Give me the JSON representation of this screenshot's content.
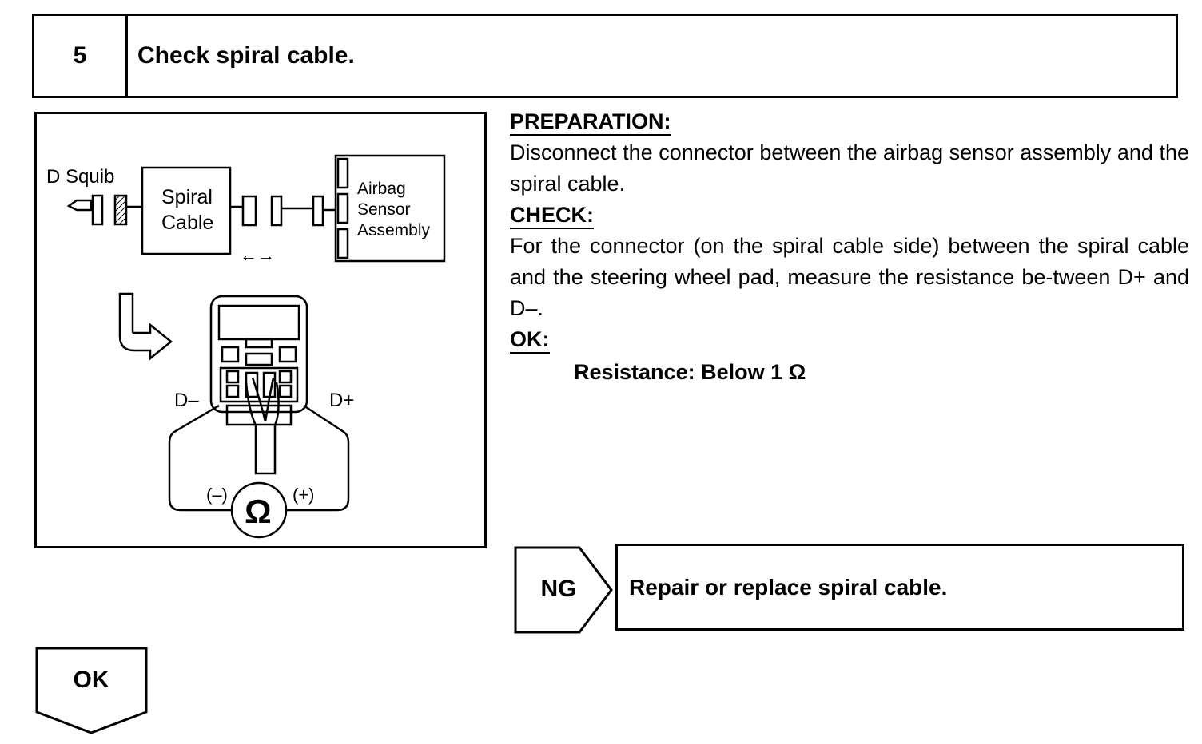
{
  "step": {
    "number": "5",
    "title": "Check spiral cable."
  },
  "diagram": {
    "labels": {
      "d_squib": "D Squib",
      "spiral_line1": "Spiral",
      "spiral_line2": "Cable",
      "airbag_line1": "Airbag",
      "airbag_line2": "Sensor",
      "airbag_line3": "Assembly",
      "arrows": "←→",
      "d_minus": "D–",
      "d_plus": "D+",
      "probe_minus": "(–)",
      "probe_plus": "(+)",
      "ohm_symbol": "Ω"
    }
  },
  "instructions": {
    "preparation_heading": "PREPARATION:",
    "preparation_text": "Disconnect the connector between the airbag sensor assembly and the spiral cable.",
    "check_heading": "CHECK:",
    "check_text": "For the connector (on the spiral cable side) between the spiral cable and the steering wheel pad, measure the resistance be-tween D+ and D–.",
    "ok_heading": "OK:",
    "ok_spec": "Resistance: Below 1 Ω"
  },
  "results": {
    "ng_label": "NG",
    "ng_action": "Repair or replace spiral cable.",
    "ok_label": "OK"
  }
}
